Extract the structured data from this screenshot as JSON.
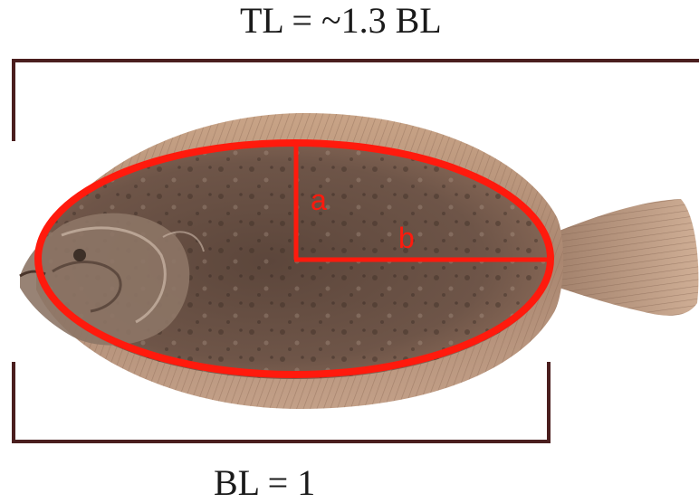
{
  "labels": {
    "total_length": "TL = ~1.3 BL",
    "body_length": "BL = 1",
    "semi_axis_a": "a",
    "semi_axis_b": "b"
  },
  "colors": {
    "ellipse": "#ff1a0d",
    "bracket": "#4a1e1e",
    "fish_body": "#6b5246",
    "fish_fins": "#b58f75"
  }
}
